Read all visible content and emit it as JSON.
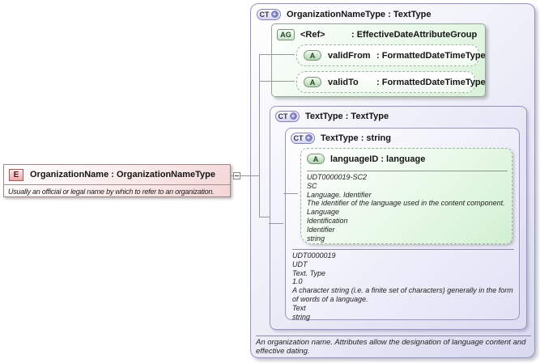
{
  "element": {
    "icon_label": "E",
    "title": "OrganizationName : OrganizationNameType",
    "annotation": "Usually an official or legal name by which to refer to an organization."
  },
  "organization_name_type": {
    "kind_label": "CT",
    "plus_label": "+",
    "title": "OrganizationNameType : TextType",
    "annotation": "An organization name. Attributes allow the designation of language content and effective dating.",
    "attribute_group": {
      "kind_label": "AG",
      "ref_label": "<Ref>",
      "type_label": ": EffectiveDateAttributeGroup",
      "attributes": [
        {
          "kind_label": "A",
          "name": "validFrom",
          "type_label": ": FormattedDateTimeType"
        },
        {
          "kind_label": "A",
          "name": "validTo",
          "type_label": ": FormattedDateTimeType"
        }
      ]
    },
    "text_type_box": {
      "kind_label": "CT",
      "plus_label": "+",
      "title": "TextType : TextType",
      "string_box": {
        "kind_label": "CT",
        "plus_label": "+",
        "title": "TextType : string",
        "language_attribute": {
          "kind_label": "A",
          "title": "languageID : language",
          "doc_lines": [
            "UDT0000019-SC2",
            "SC",
            "Language. Identifier",
            "The identifier of the language used in the content component.",
            "Language",
            "Identification",
            "Identifier",
            "string"
          ]
        },
        "doc_lines": [
          "UDT0000019",
          "UDT",
          "Text. Type",
          "1.0",
          "A character string (i.e. a finite set of characters) generally in the form of words of a language.",
          "Text",
          "string"
        ]
      }
    }
  }
}
